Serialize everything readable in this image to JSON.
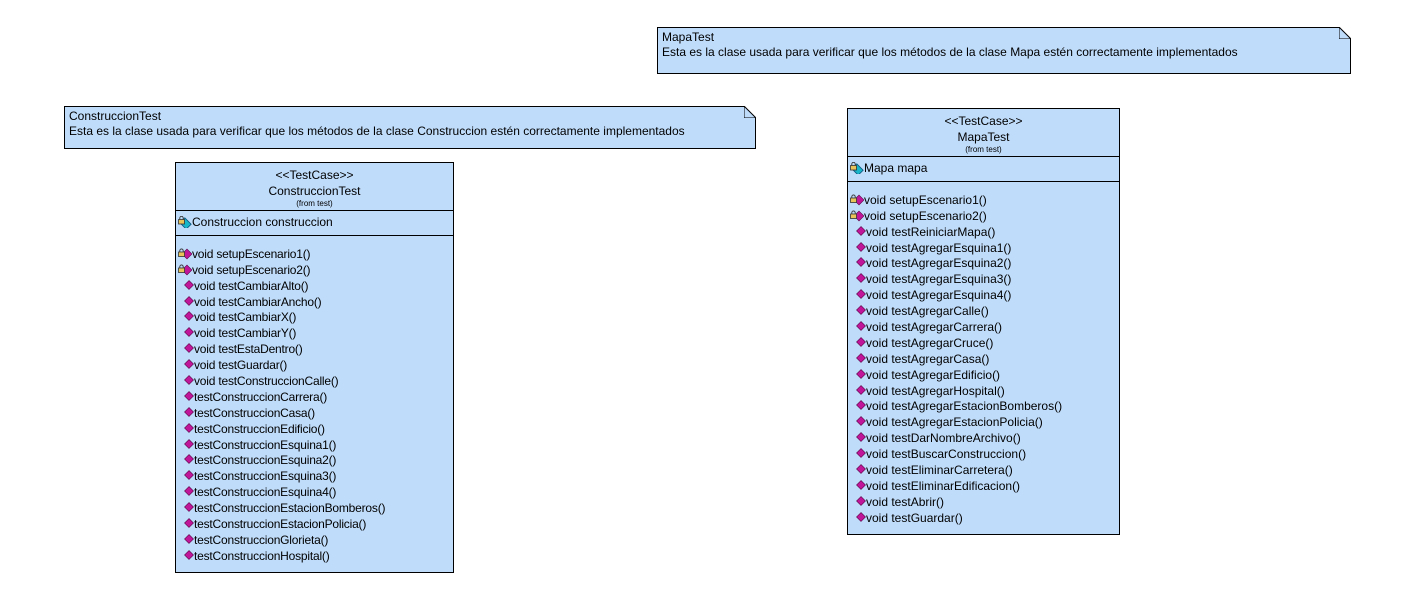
{
  "notes": {
    "mapa": {
      "title": "MapaTest",
      "text": "Esta es la clase usada para verificar que los métodos de la clase Mapa estén correctamente implementados"
    },
    "construccion": {
      "title": "ConstruccionTest",
      "text": "Esta es la clase usada para verificar que los métodos de la clase Construccion estén correctamente implementados"
    }
  },
  "classes": {
    "construccion": {
      "stereotype": "<<TestCase>>",
      "name": "ConstruccionTest",
      "from": "(from test)",
      "attribute": "Construccion construccion",
      "operations": [
        {
          "visibility": "protected",
          "text": "void setupEscenario1()"
        },
        {
          "visibility": "protected",
          "text": "void setupEscenario2()"
        },
        {
          "visibility": "public",
          "text": "void testCambiarAlto()"
        },
        {
          "visibility": "public",
          "text": "void testCambiarAncho()"
        },
        {
          "visibility": "public",
          "text": "void testCambiarX()"
        },
        {
          "visibility": "public",
          "text": "void testCambiarY()"
        },
        {
          "visibility": "public",
          "text": "void testEstaDentro()"
        },
        {
          "visibility": "public",
          "text": "void testGuardar()"
        },
        {
          "visibility": "public",
          "text": "void testConstruccionCalle()"
        },
        {
          "visibility": "public",
          "text": "testConstruccionCarrera()"
        },
        {
          "visibility": "public",
          "text": "testConstruccionCasa()"
        },
        {
          "visibility": "public",
          "text": "testConstruccionEdificio()"
        },
        {
          "visibility": "public",
          "text": "testConstruccionEsquina1()"
        },
        {
          "visibility": "public",
          "text": "testConstruccionEsquina2()"
        },
        {
          "visibility": "public",
          "text": "testConstruccionEsquina3()"
        },
        {
          "visibility": "public",
          "text": "testConstruccionEsquina4()"
        },
        {
          "visibility": "public",
          "text": "testConstruccionEstacionBomberos()"
        },
        {
          "visibility": "public",
          "text": "testConstruccionEstacionPolicia()"
        },
        {
          "visibility": "public",
          "text": "testConstruccionGlorieta()"
        },
        {
          "visibility": "public",
          "text": "testConstruccionHospital()"
        }
      ]
    },
    "mapa": {
      "stereotype": "<<TestCase>>",
      "name": "MapaTest",
      "from": "(from test)",
      "attribute": "Mapa mapa",
      "operations": [
        {
          "visibility": "protected",
          "text": "void setupEscenario1()"
        },
        {
          "visibility": "protected",
          "text": "void setupEscenario2()"
        },
        {
          "visibility": "public",
          "text": "void testReiniciarMapa()"
        },
        {
          "visibility": "public",
          "text": "void testAgregarEsquina1()"
        },
        {
          "visibility": "public",
          "text": "void testAgregarEsquina2()"
        },
        {
          "visibility": "public",
          "text": "void testAgregarEsquina3()"
        },
        {
          "visibility": "public",
          "text": "void testAgregarEsquina4()"
        },
        {
          "visibility": "public",
          "text": "void testAgregarCalle()"
        },
        {
          "visibility": "public",
          "text": "void testAgregarCarrera()"
        },
        {
          "visibility": "public",
          "text": "void testAgregarCruce()"
        },
        {
          "visibility": "public",
          "text": "void testAgregarCasa()"
        },
        {
          "visibility": "public",
          "text": "void testAgregarEdificio()"
        },
        {
          "visibility": "public",
          "text": "void testAgregarHospital()"
        },
        {
          "visibility": "public",
          "text": "void testAgregarEstacionBomberos()"
        },
        {
          "visibility": "public",
          "text": "void testAgregarEstacionPolicia()"
        },
        {
          "visibility": "public",
          "text": "void testDarNombreArchivo()"
        },
        {
          "visibility": "public",
          "text": "void testBuscarConstruccion()"
        },
        {
          "visibility": "public",
          "text": "void testEliminarCarretera()"
        },
        {
          "visibility": "public",
          "text": "void testEliminarEdificacion()"
        },
        {
          "visibility": "public",
          "text": "void testAbrir()"
        },
        {
          "visibility": "public",
          "text": "void testGuardar()"
        }
      ]
    }
  },
  "colors": {
    "box_fill": "#bfdcfa",
    "icon_magenta": "#c0169a",
    "icon_cyan": "#19b5c8"
  }
}
